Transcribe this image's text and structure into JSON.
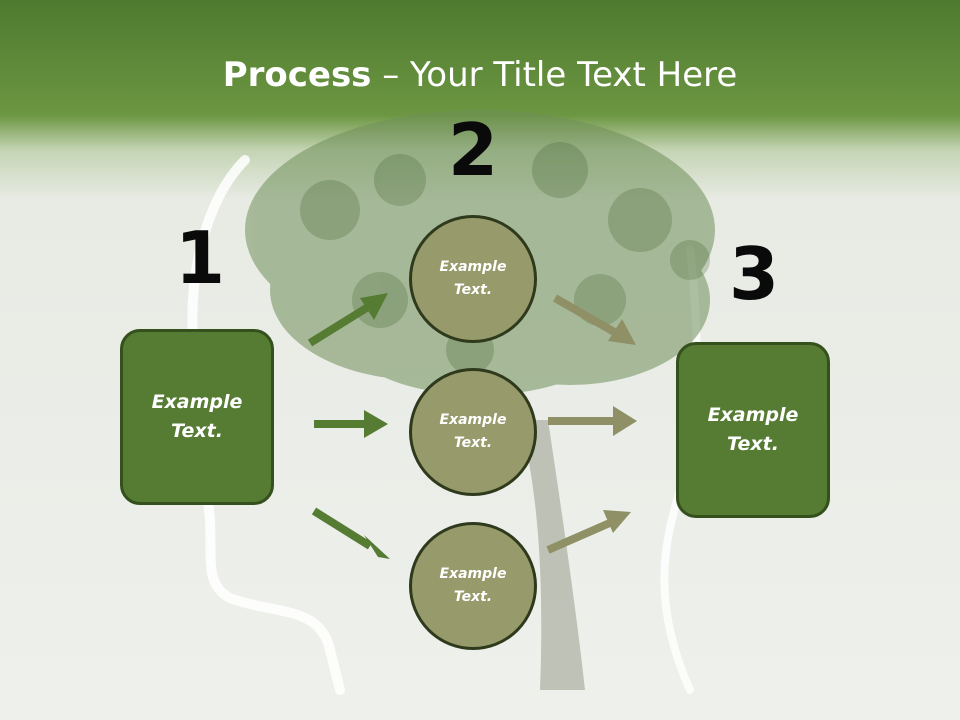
{
  "title": {
    "bold": "Process",
    "rest": " – Your Title Text Here"
  },
  "steps": {
    "one": "1",
    "two": "2",
    "three": "3"
  },
  "left_box": {
    "line1": "Example",
    "line2": "Text."
  },
  "right_box": {
    "line1": "Example",
    "line2": "Text."
  },
  "circles": [
    {
      "line1": "Example",
      "line2": "Text."
    },
    {
      "line1": "Example",
      "line2": "Text."
    },
    {
      "line1": "Example",
      "line2": "Text."
    }
  ],
  "colors": {
    "header_green": "#5f8a38",
    "box_green": "#567b33",
    "circle_olive": "#979a6a",
    "arrow_green": "#567b33",
    "arrow_olive": "#8f9066"
  }
}
